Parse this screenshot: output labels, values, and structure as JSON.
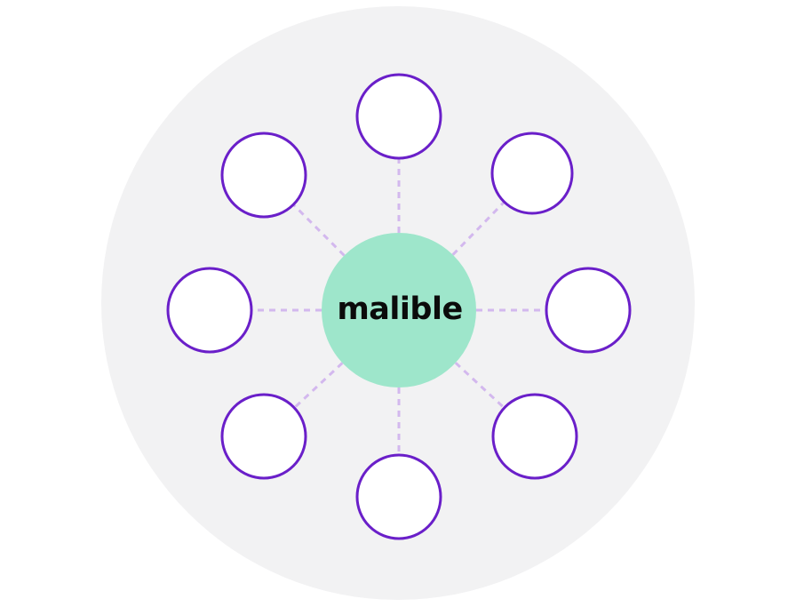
{
  "diagram": {
    "hub": {
      "label": "malible"
    },
    "satellites": [
      {
        "id": "top"
      },
      {
        "id": "top-right"
      },
      {
        "id": "right"
      },
      {
        "id": "bottom-right"
      },
      {
        "id": "bottom"
      },
      {
        "id": "bottom-left"
      },
      {
        "id": "left"
      },
      {
        "id": "top-left"
      }
    ]
  },
  "colors": {
    "background_disc": "#f2f2f3",
    "hub_fill": "#9ee6cb",
    "hub_text": "#0b0b0b",
    "node_stroke": "#6a1fc9",
    "node_fill": "#ffffff",
    "connector": "#d3b8ee",
    "page_background": "#ffffff"
  }
}
